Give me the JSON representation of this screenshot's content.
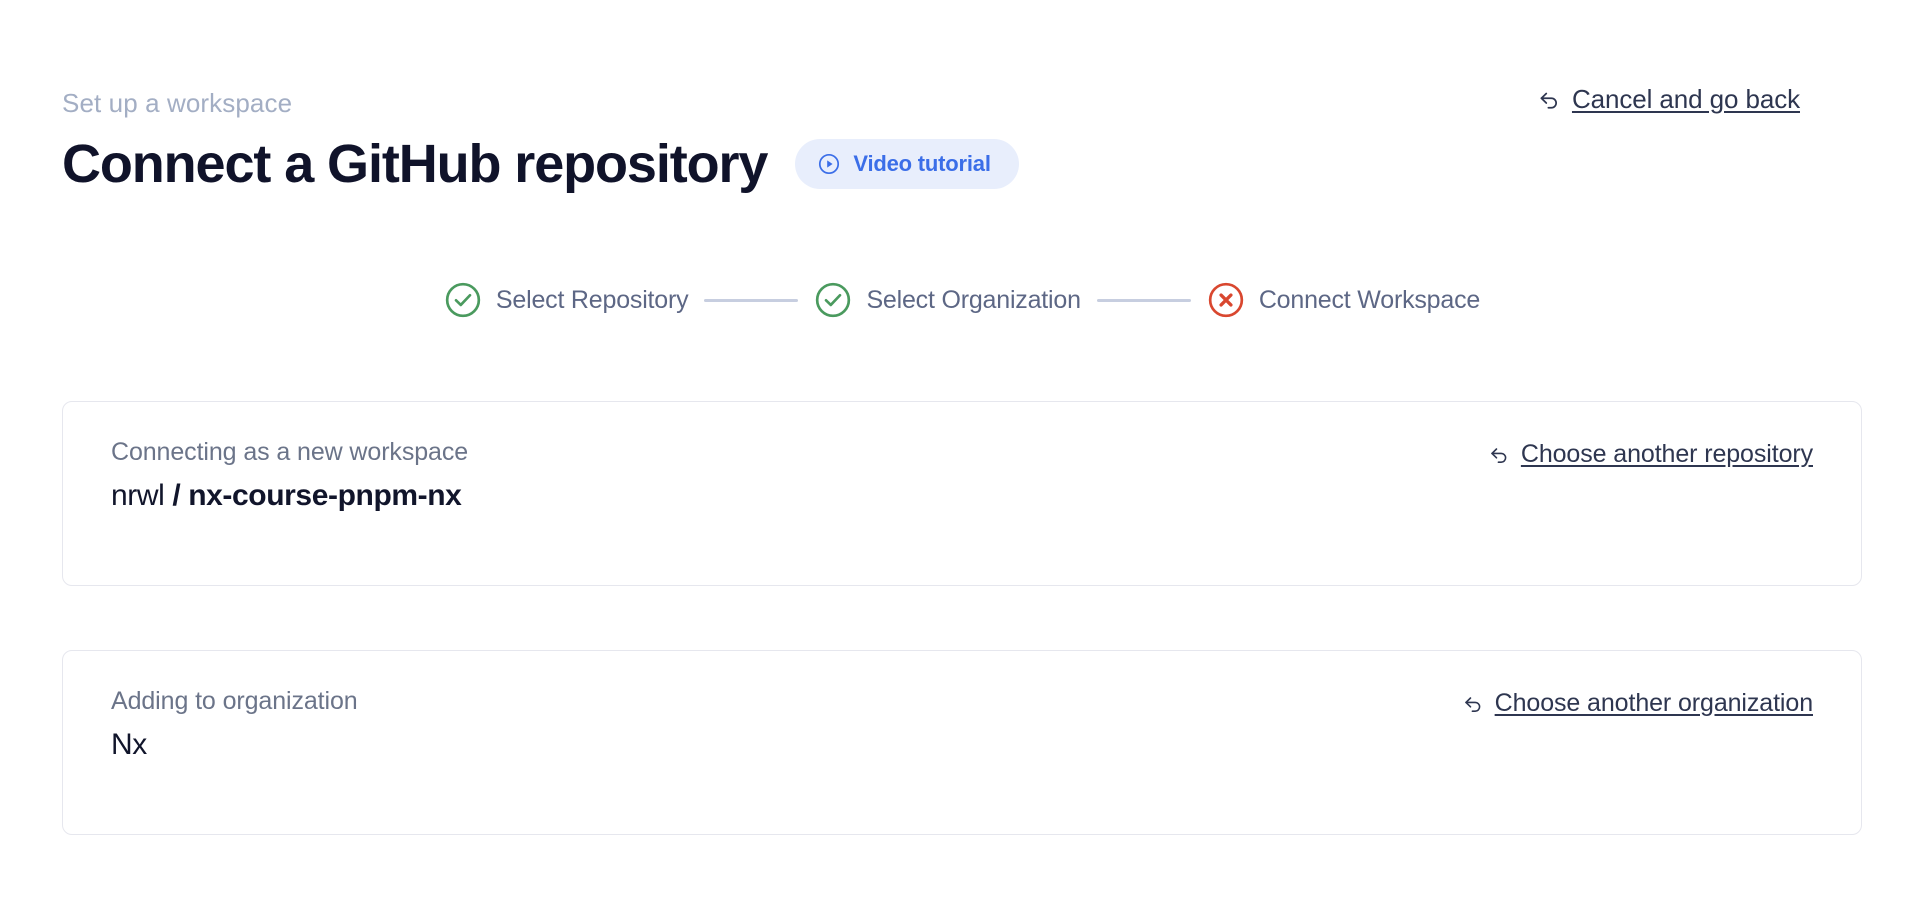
{
  "header": {
    "eyebrow": "Set up a workspace",
    "title": "Connect a GitHub repository",
    "video_badge": {
      "label": "Video tutorial",
      "icon": "play-circle-icon",
      "bg_color": "#e8eefc",
      "text_color": "#3b6ee8"
    },
    "cancel": {
      "label": "Cancel and go back",
      "icon": "undo-arrow-icon"
    }
  },
  "stepper": {
    "steps": [
      {
        "label": "Select Repository",
        "state": "complete",
        "icon": "check-circle-icon",
        "color": "#4a9a5e"
      },
      {
        "label": "Select Organization",
        "state": "complete",
        "icon": "check-circle-icon",
        "color": "#4a9a5e"
      },
      {
        "label": "Connect Workspace",
        "state": "error",
        "icon": "x-circle-icon",
        "color": "#d9472f"
      }
    ],
    "connector_color": "#c7cee0",
    "label_color": "#5d6785"
  },
  "cards": [
    {
      "caption": "Connecting as a new workspace",
      "value_owner": "nrwl",
      "value_separator": " / ",
      "value_repo": "nx-course-pnpm-nx",
      "link": {
        "label": "Choose another repository",
        "icon": "undo-arrow-icon"
      }
    },
    {
      "caption": "Adding to organization",
      "value_owner": "Nx",
      "value_separator": "",
      "value_repo": "",
      "link": {
        "label": "Choose another organization",
        "icon": "undo-arrow-icon"
      }
    }
  ],
  "theme": {
    "accent_blue": "#3b6ee8",
    "success_green": "#4a9a5e",
    "error_red": "#d9472f",
    "border": "#e6e7ee",
    "muted_text": "#a3aec4",
    "background": "#ffffff"
  }
}
